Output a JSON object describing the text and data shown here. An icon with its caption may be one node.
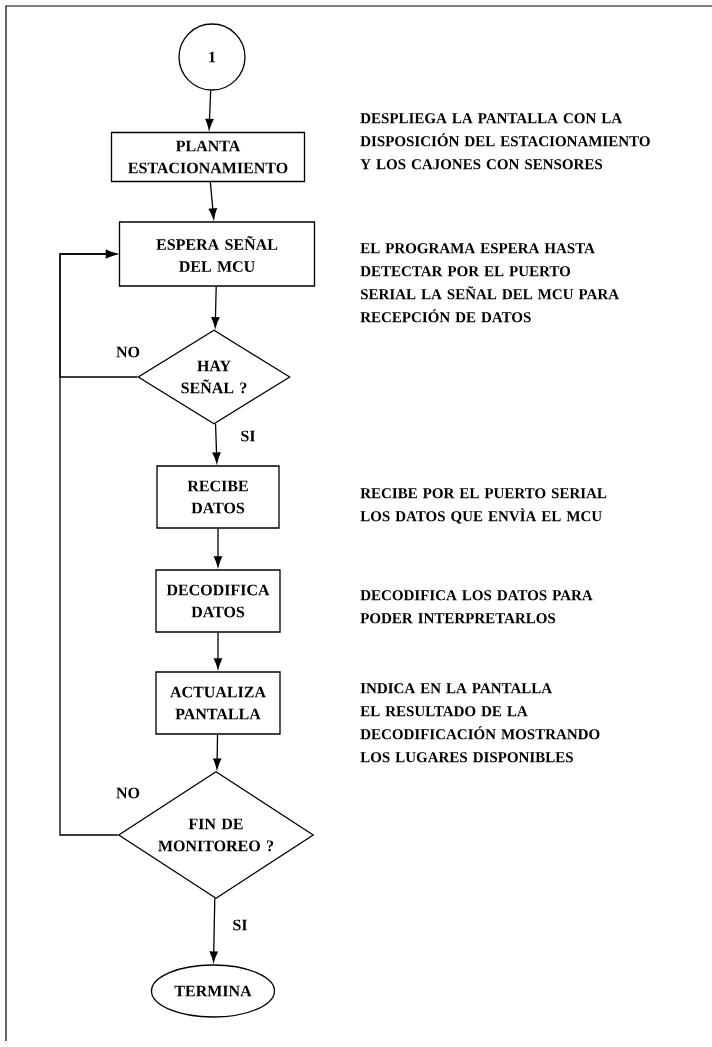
{
  "diagram": {
    "nodes": [
      {
        "text": [
          "1"
        ]
      },
      {
        "text": [
          "PLANTA ESTACIONAMIENTO"
        ]
      },
      {
        "text": [
          "ESPERA SEÑAL DEL MCU"
        ]
      },
      {
        "text": [
          "HAY SEÑAL ?"
        ]
      },
      {
        "text": [
          "RECIBE DATOS"
        ]
      },
      {
        "text": [
          "DECODIFICA DATOS"
        ]
      },
      {
        "text": [
          "ACTUALIZA PANTALLA"
        ]
      },
      {
        "text": [
          "FIN DE MONITOREO ?"
        ]
      },
      {
        "text": [
          "TERMINA"
        ]
      }
    ],
    "edges": [
      {
        "from": 0,
        "to": 1,
        "arrow": "to"
      },
      {
        "from": 1,
        "to": 2,
        "arrow": "to"
      },
      {
        "from": 2,
        "to": 3,
        "arrow": "to"
      },
      {
        "from": 3,
        "to": 4,
        "arrow": "to",
        "label": "SI"
      },
      {
        "from": 3,
        "to": 2,
        "arrow": "to",
        "label": "NO"
      },
      {
        "from": 4,
        "to": 5,
        "arrow": "to"
      },
      {
        "from": 5,
        "to": 6,
        "arrow": "to"
      },
      {
        "from": 6,
        "to": 7,
        "arrow": "to"
      },
      {
        "from": 7,
        "to": 8,
        "arrow": "to",
        "label": "SI"
      },
      {
        "from": 7,
        "to": 2,
        "arrow": "to",
        "label": "NO"
      }
    ],
    "labels": [
      "DESPLIEGA LA PANTALLA CON LA DISPOSICIÓN DEL ESTACIONAMIENTO Y LOS CAJONES CON SENSORES",
      "EL PROGRAMA ESPERA HASTA DETECTAR POR EL PUERTO SERIAL LA SEÑAL DEL MCU PARA RECEPCIÓN DE DATOS",
      "RECIBE POR EL PUERTO SERIAL LOS DATOS QUE ENVÌA EL MCU",
      "DECODIFICA LOS DATOS PARA PODER INTERPRETARLOS",
      "INDICA EN LA PANTALLA EL RESULTADO DE LA DECODIFICACIÓN MOSTRANDO LOS LUGARES DISPONIBLES"
    ]
  }
}
